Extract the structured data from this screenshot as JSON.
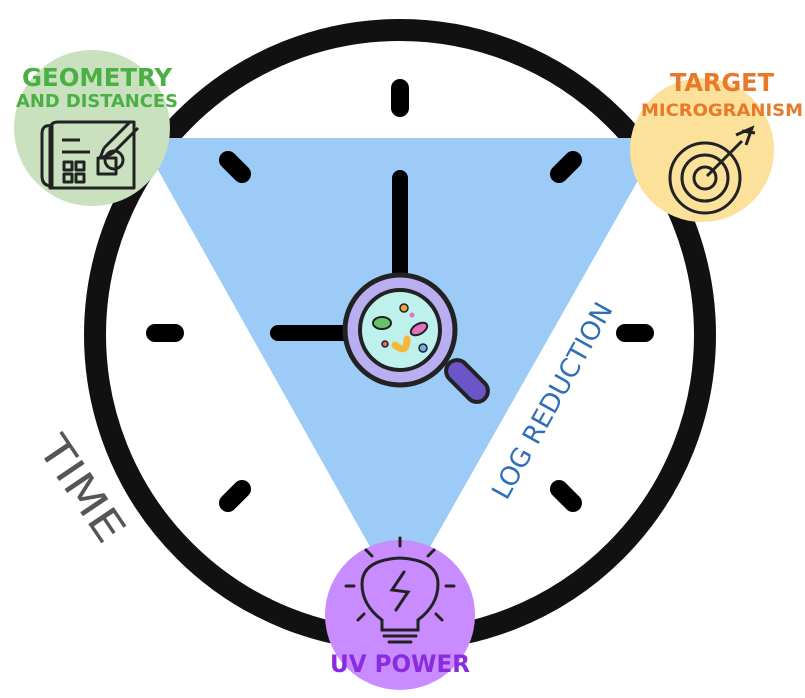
{
  "labels": {
    "geometry_line1": "GEOMETRY",
    "geometry_line2": "AND DISTANCES",
    "target_line1": "TARGET",
    "target_line2": "MICROGRANISM",
    "time": "TIME",
    "log_reduction": "LOG REDUCTION",
    "uv_power": "UV POWER"
  },
  "colors": {
    "geometry_circle": "#c9e1bf",
    "geometry_text": "#4bb044",
    "target_circle": "#fbe19a",
    "target_text": "#e8792a",
    "uv_circle": "#c88cff",
    "uv_text": "#8a2be2",
    "triangle": "#9ccbf7",
    "log_text": "#2e6fb5",
    "time_text": "#555555",
    "clock_ring": "#111111"
  },
  "icons": {
    "geometry": "blueprint-pencil-icon",
    "target": "target-arrow-icon",
    "center": "magnifier-bacteria-icon",
    "uv": "lightbulb-bolt-icon"
  }
}
